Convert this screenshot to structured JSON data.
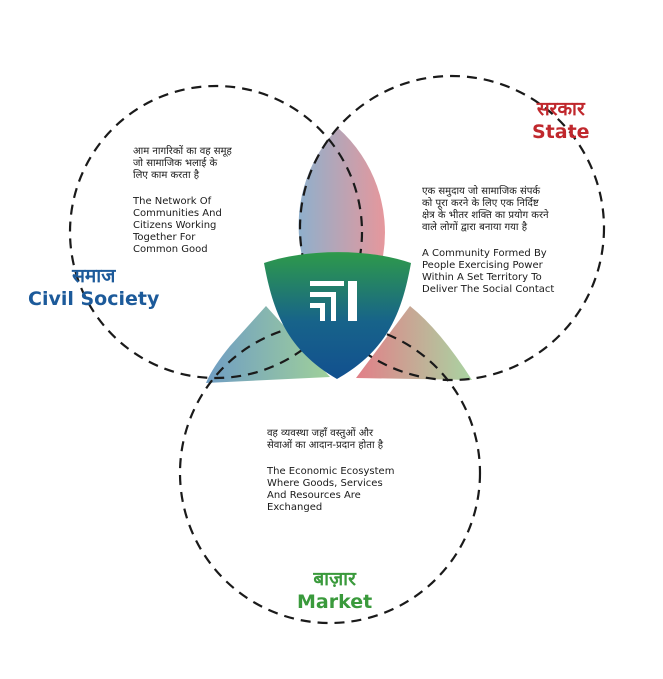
{
  "colors": {
    "civil": "#1c5a9a",
    "state": "#c0282d",
    "market": "#3a9a3c",
    "shield_top": "#2e9a4a",
    "shield_bottom": "#12508f"
  },
  "civil_society": {
    "title_hi": "समाज",
    "title_en": "Civil Society",
    "desc_hi": "आम नागरिकों का वह समूह\nजो सामाजिक भलाई के\nलिए काम करता है",
    "desc_en": "The Network Of\nCommunities And\nCitizens Working\nTogether For\nCommon Good"
  },
  "state": {
    "title_hi": "सरकार",
    "title_en": "State",
    "desc_hi": "एक समुदाय जो सामाजिक संपर्क\nको पूरा करने के लिए एक निर्दिष्ट\nक्षेत्र के भीतर शक्ति का प्रयोग करने\nवाले लोगों द्वारा बनाया गया है",
    "desc_en": "A Community Formed By\nPeople Exercising Power\nWithin A Set Territory To\nDeliver The Social Contact"
  },
  "market": {
    "title_hi": "बाज़ार",
    "title_en": "Market",
    "desc_hi": "वह व्यवस्था जहाँ वस्तुओं और\nसेवाओं का आदान-प्रदान होता है",
    "desc_en": "The Economic Ecosystem\nWhere Goods, Services\nAnd Resources Are\nExchanged"
  },
  "logo": {
    "icon": "bars-logo-icon"
  }
}
